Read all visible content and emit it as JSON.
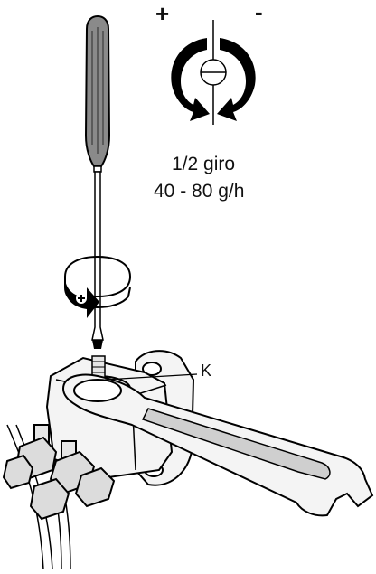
{
  "labels": {
    "plus": "+",
    "minus": "-",
    "turn": "1/2 giro",
    "flow": "40 - 80 g/h",
    "part": "K"
  },
  "icons": {
    "rotation_symbol": "clockwise-counterclockwise-arrows-icon",
    "screwdriver_rotation": "circular-rotation-arrow-icon",
    "screw_plus": "plus-icon"
  },
  "colors": {
    "line": "#000000",
    "handle_fill": "#8a8a8a",
    "metal_fill": "#e6e6e6",
    "body_fill": "#f4f4f4",
    "background": "#ffffff"
  }
}
